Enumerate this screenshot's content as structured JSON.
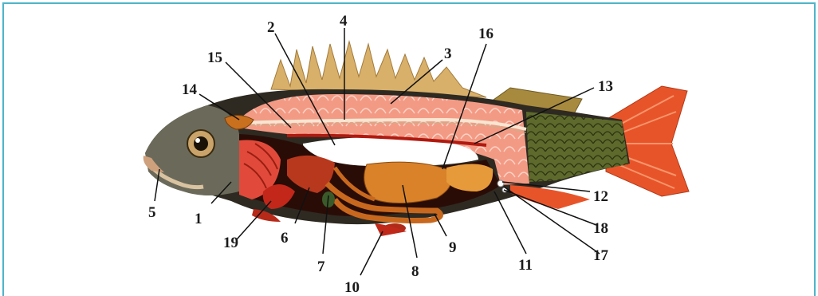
{
  "labels": [
    {
      "key": "l1",
      "text": "1"
    },
    {
      "key": "l2",
      "text": "2"
    },
    {
      "key": "l3",
      "text": "3"
    },
    {
      "key": "l4",
      "text": "4"
    },
    {
      "key": "l5",
      "text": "5"
    },
    {
      "key": "l6",
      "text": "6"
    },
    {
      "key": "l7",
      "text": "7"
    },
    {
      "key": "l8",
      "text": "8"
    },
    {
      "key": "l9",
      "text": "9"
    },
    {
      "key": "l10",
      "text": "10"
    },
    {
      "key": "l11",
      "text": "11"
    },
    {
      "key": "l12",
      "text": "12"
    },
    {
      "key": "l13",
      "text": "13"
    },
    {
      "key": "l14",
      "text": "14"
    },
    {
      "key": "l15",
      "text": "15"
    },
    {
      "key": "l16",
      "text": "16"
    },
    {
      "key": "l17",
      "text": "17"
    },
    {
      "key": "l18",
      "text": "18"
    },
    {
      "key": "l19",
      "text": "19"
    }
  ],
  "colors": {
    "frame": "#4fb4c9",
    "muscle": "#f2a08a",
    "skin_dark": "#2e2a22",
    "tail": "#e8542a",
    "organ": "#d9822a",
    "dark_cavity": "#2a0c06"
  }
}
